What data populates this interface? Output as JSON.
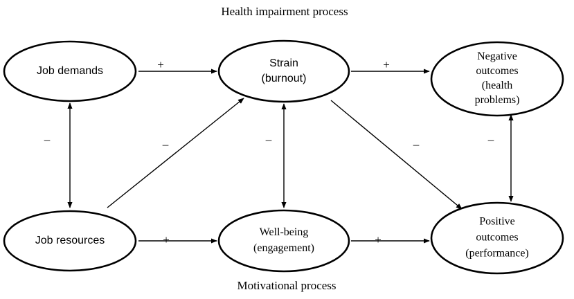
{
  "titles": {
    "top": "Health impairment process",
    "bottom": "Motivational process"
  },
  "nodes": {
    "job_demands": {
      "lines": [
        "Job demands"
      ]
    },
    "job_resources": {
      "lines": [
        "Job resources"
      ]
    },
    "strain": {
      "lines": [
        "Strain",
        "(burnout)"
      ]
    },
    "wellbeing": {
      "lines": [
        "Well-being",
        "(engagement)"
      ]
    },
    "negative": {
      "lines": [
        "Negative",
        "outcomes",
        "(health",
        "problems)"
      ]
    },
    "positive": {
      "lines": [
        "Positive",
        "outcomes",
        "(performance)"
      ]
    }
  },
  "edges": [
    {
      "from": "job_demands",
      "to": "strain",
      "sign": "+",
      "direction": "forward"
    },
    {
      "from": "strain",
      "to": "negative",
      "sign": "+",
      "direction": "forward"
    },
    {
      "from": "job_resources",
      "to": "wellbeing",
      "sign": "+",
      "direction": "forward"
    },
    {
      "from": "wellbeing",
      "to": "positive",
      "sign": "+",
      "direction": "forward"
    },
    {
      "from": "job_demands",
      "to": "job_resources",
      "sign": "–",
      "direction": "both"
    },
    {
      "from": "job_resources",
      "to": "strain",
      "sign": "–",
      "direction": "forward"
    },
    {
      "from": "strain",
      "to": "wellbeing",
      "sign": "–",
      "direction": "both"
    },
    {
      "from": "strain",
      "to": "positive",
      "sign": "–",
      "direction": "forward"
    },
    {
      "from": "negative",
      "to": "positive",
      "sign": "–",
      "direction": "both"
    }
  ]
}
